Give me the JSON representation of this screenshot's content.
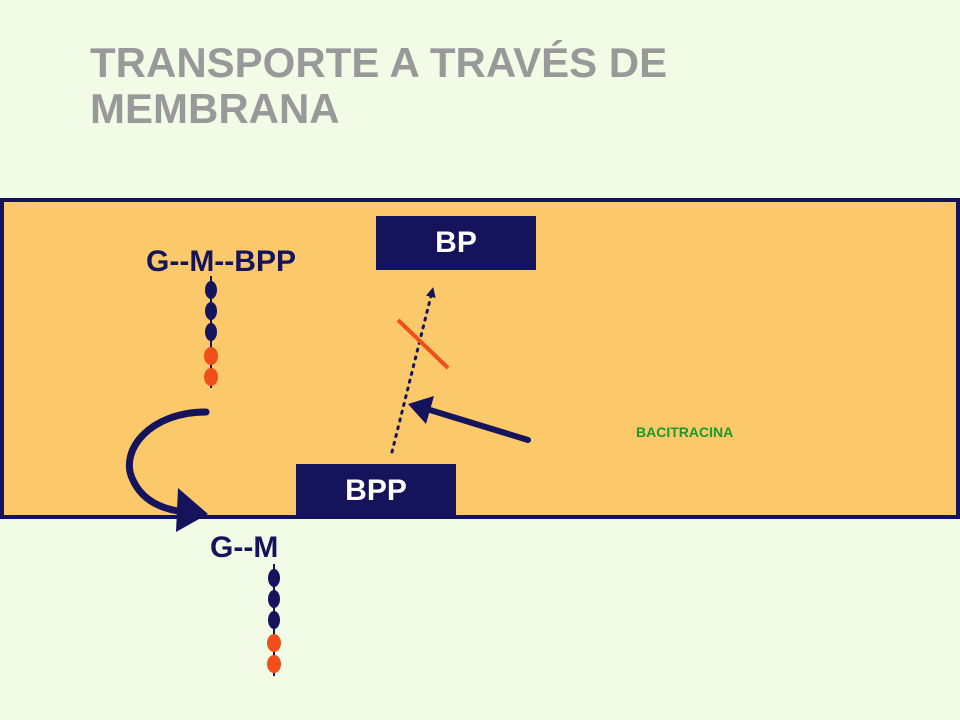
{
  "slide": {
    "title": "TRANSPORTE A TRAVÉS DE MEMBRANA"
  },
  "labels": {
    "g_m_bpp": "G--M--BPP",
    "g_m": "G--M",
    "bp": "BP",
    "bpp": "BPP",
    "bacitracina": "BACITRACINA"
  },
  "colors": {
    "title": "#999999",
    "background": "#f1fbe6",
    "membrane_fill": "#fbc96a",
    "navy": "#15135b",
    "red": "#f04e1a",
    "green_text": "#1a9a2a"
  }
}
